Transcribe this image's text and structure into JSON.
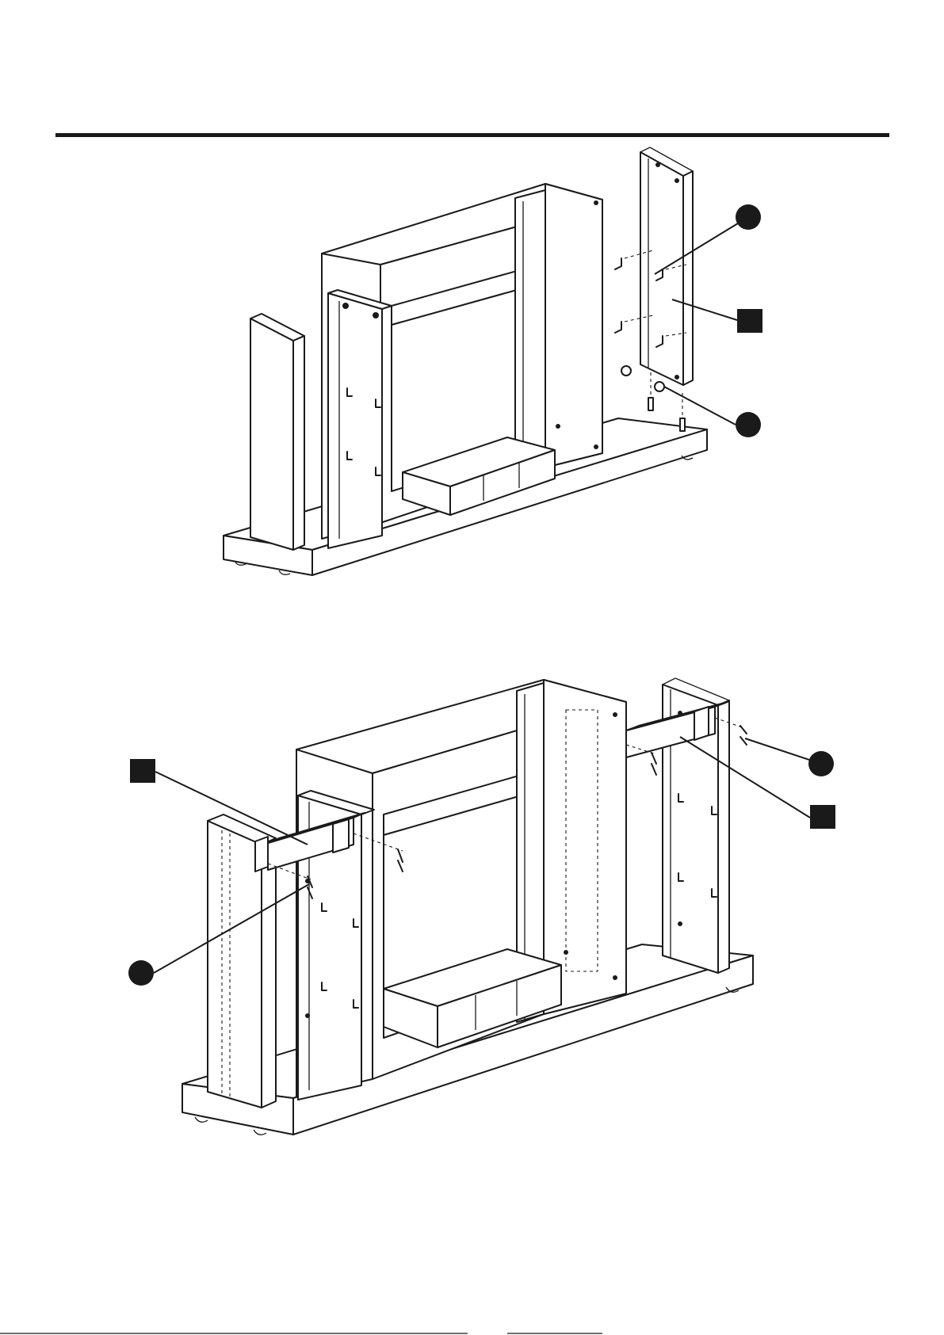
{
  "document": {
    "type": "assembly-instruction-page",
    "colors": {
      "ink": "#1a1a1a",
      "paper": "#ffffff"
    }
  },
  "steps": [
    {
      "id": "step-1",
      "markers": [
        {
          "shape": "circle",
          "label": ""
        },
        {
          "shape": "square",
          "label": ""
        },
        {
          "shape": "circle",
          "label": ""
        }
      ]
    },
    {
      "id": "step-2",
      "markers": [
        {
          "shape": "square",
          "label": ""
        },
        {
          "shape": "circle",
          "label": ""
        },
        {
          "shape": "circle",
          "label": ""
        },
        {
          "shape": "square",
          "label": ""
        }
      ]
    }
  ]
}
